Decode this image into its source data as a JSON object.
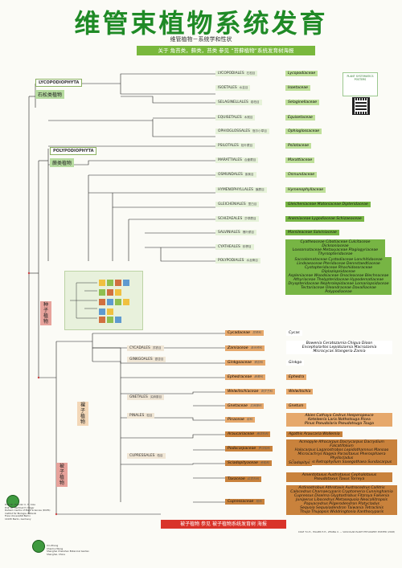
{
  "title": "维管束植物系统发育",
  "subtitle": "维管植物－系统学和性状",
  "banner": "关于 角苔类，藓类，苔类 参见 “苔藓植物”系统发育树海报",
  "angio_banner": "被子植物 参见 被子植物系统发育树 海报",
  "logo_text": "PLANT SYSTEMATICS POSTERS",
  "clades": {
    "lycophyta": "LYCOPODIOPHYTA",
    "polypodiophyta": "POLYPODIOPHYTA"
  },
  "groups": {
    "lycophytes": "石松类植物",
    "ferns": "蕨类植物",
    "seed_plants": "种子植物",
    "gymnosperms": "裸子植物",
    "angiosperms": "被子植物"
  },
  "orders": [
    {
      "name": "LYCOPODIALES",
      "zh": "石松目"
    },
    {
      "name": "ISOETALES",
      "zh": "水韭目"
    },
    {
      "name": "SELAGINELLALES",
      "zh": "卷柏目"
    },
    {
      "name": "EQUISETALES",
      "zh": "木贼目"
    },
    {
      "name": "OPHIOGLOSSALES",
      "zh": "瓶尔小草目"
    },
    {
      "name": "PSILOTALES",
      "zh": "松叶蕨目"
    },
    {
      "name": "MARATTIALES",
      "zh": "合囊蕨目"
    },
    {
      "name": "OSMUNDALES",
      "zh": "紫萁目"
    },
    {
      "name": "HYMENOPHYLLALES",
      "zh": "膜蕨目"
    },
    {
      "name": "GLEICHENIALES",
      "zh": "里白目"
    },
    {
      "name": "SCHIZAEALES",
      "zh": "莎草蕨目"
    },
    {
      "name": "SALVINIALES",
      "zh": "槐叶蘋目"
    },
    {
      "name": "CYATHEALES",
      "zh": "桫椤目"
    },
    {
      "name": "POLYPODIALES",
      "zh": "水龙骨目"
    }
  ],
  "families": [
    "Lycopodiaceae",
    "Isoetaceae",
    "Selaginellaceae",
    "Equisetaceae",
    "Ophioglossaceae",
    "Psilotaceae",
    "Marattiaceae",
    "Osmundaceae",
    "Hymenophyllaceae",
    "Gleicheniaceae  Matoniaceae  Dipteridaceae",
    "Anemiaceae  Lygodiaceae  Schizaeaceae",
    "Marsileaceae  Salviniaceae",
    "Cyatheaceae  Cibotiaceae  Culcitaceae  Dicksoniaceae\nLoxsomataceae  Metaxyaceae  Plagiogyriaceae\nThyrsopteridaceae",
    "Saccolomataceae  Cystodiaceae  Lonchitidaceae\nLindsaeaceae  Pteridaceae  Dennstaedtiaceae\nCystopteridaceae  Rhachidosoraceae  Diplaziopsidaceae\nAspleniaceae  Woodsiaceae  Onocleaceae  Blechnaceae\nAthyriaceae  Thelypteridaceae  Hypodematiaceae\nDryopteridaceae  Nephrolepidaceae  Lomariopsidaceae\nTectariaceae  Oleandraceae  Davalliaceae  Polypodiaceae"
  ],
  "gym_orders": [
    {
      "name": "CYCADALES",
      "zh": "苏铁目"
    },
    {
      "name": "GINKGOALES",
      "zh": "银杏目"
    },
    {
      "name": "GNETALES",
      "zh": "买麻藤目"
    },
    {
      "name": "PINALES",
      "zh": "松目"
    },
    {
      "name": "CUPRESSALES",
      "zh": "柏目"
    }
  ],
  "gym_families": [
    {
      "name": "Cycadaceae",
      "zh": "苏铁科",
      "genera": "Cycas"
    },
    {
      "name": "Zamiaceae",
      "zh": "泽米铁科",
      "genera": "Bowenia  Ceratozamia  Chigua  Dioon\nEncephalartos  Lepidozamia  Macrozamia\nMicrocycas  Stangeria  Zamia"
    },
    {
      "name": "Ginkgoaceae",
      "zh": "银杏科",
      "genera": "Ginkgo"
    },
    {
      "name": "Ephedraceae",
      "zh": "麻黄科",
      "genera": "Ephedra"
    },
    {
      "name": "Welwitschiaceae",
      "zh": "百岁兰科",
      "genera": "Welwitschia"
    },
    {
      "name": "Gnetaceae",
      "zh": "买麻藤科",
      "genera": "Gnetum"
    },
    {
      "name": "Pinaceae",
      "zh": "松科",
      "genera": "Abies  Cathaya  Cedrus  Hesperopeuce\nKeteleeria  Larix  Nothotsuga  Picea\nPinus  Pseudolarix  Pseudotsuga  Tsuga"
    },
    {
      "name": "Araucariaceae",
      "zh": "南洋杉科",
      "genera": "Agathis  Araucaria  Wollemia"
    },
    {
      "name": "Podocarpaceae",
      "zh": "罗汉松科",
      "genera": "Acmopyle  Afrocarpus  Dacrycarpus  Dacrydium  Falcatifolium\nHalocarpus  Lagarostrobos  Lepidothamnus  Manoao\nMicrocachrys  Nageia  Parasitaxus  Pherosphaera  Phyllocladus\nPrumnopitys  Retrophyllum  Saxegothaea  Sundacarpus"
    },
    {
      "name": "Sciadopityaceae",
      "zh": "金松科",
      "genera": "Sciadopitys"
    },
    {
      "name": "Taxaceae",
      "zh": "红豆杉科",
      "genera": "Amentotaxus  Austrotaxus  Cephalotaxus\nPseudotaxus  Taxus  Torreya"
    },
    {
      "name": "Cupressaceae",
      "zh": "柏科",
      "genera": "Actinostrobus  Athrotaxis  Austrocedrus  Callitris\nCalocedrus  Chamaecyparis  Cryptomeria  Cunninghamia\nCupressus  Diselma  Glyptostrobus  Fitzroya  Fokienia\nJuniperus  Libocedrus  Metasequoia  Neocallitropsis\nPapuacedrus  Pilgerodendron  Platycladus\nSequoia  Sequoiadendron  Taiwania  Tetraclinis\nThuja  Thujopsis  Widdringtonia  Xanthocyparis"
    }
  ],
  "credits": "Prof. Dr. Theodor C. H. Cole\nProf. Dr. Hartmut H. Hilger\nDahlem Centre of Plant Sciences (DCPS)\nInstitut für Biologie, Botanik\nFreie Universität Berlin\n14195 Berlin, Germany",
  "credits_right": "Xin Zhang\nChenhui Wang\nShanghai Chenshan Botanical Garden\nShanghai, China",
  "footer_note": "COLE T.C.H., HILGER H.H., ZHANG X. — VASCULAR PLANT PHYLOGENY POSTER (2018)"
}
